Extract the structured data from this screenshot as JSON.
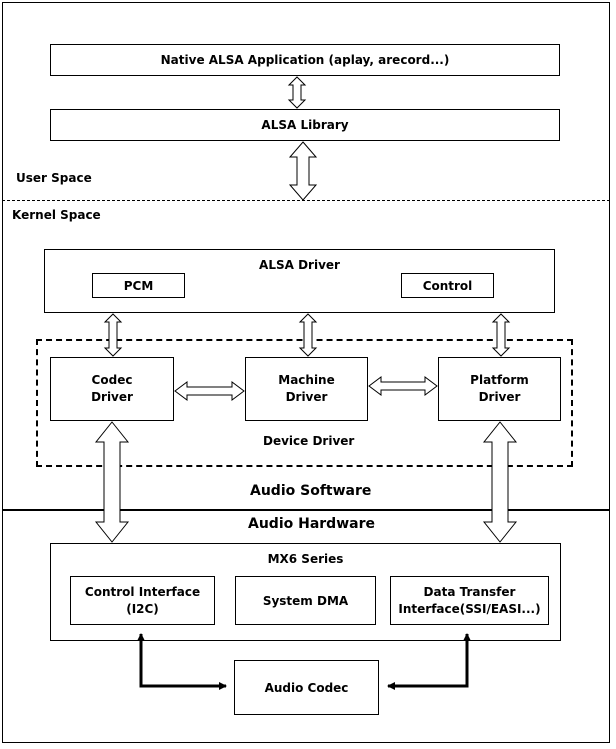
{
  "user_space": {
    "label": "User Space",
    "app_box": "Native ALSA Application (aplay, arecord...)",
    "library_box": "ALSA Library"
  },
  "kernel_space": {
    "label": "Kernel Space",
    "alsa_driver": {
      "title": "ALSA Driver",
      "pcm": "PCM",
      "control": "Control"
    },
    "device_driver": {
      "label": "Device Driver",
      "codec_line1": "Codec",
      "codec_line2": "Driver",
      "machine_line1": "Machine",
      "machine_line2": "Driver",
      "platform_line1": "Platform",
      "platform_line2": "Driver"
    }
  },
  "audio_software_label": "Audio Software",
  "audio_hardware_label": "Audio Hardware",
  "hardware": {
    "mx6": {
      "title": "MX6 Series",
      "control_interface_line1": "Control Interface",
      "control_interface_line2": "(I2C)",
      "system_dma": "System DMA",
      "data_transfer_line1": "Data Transfer",
      "data_transfer_line2": "Interface(SSI/EASI...)"
    },
    "audio_codec": "Audio Codec"
  }
}
